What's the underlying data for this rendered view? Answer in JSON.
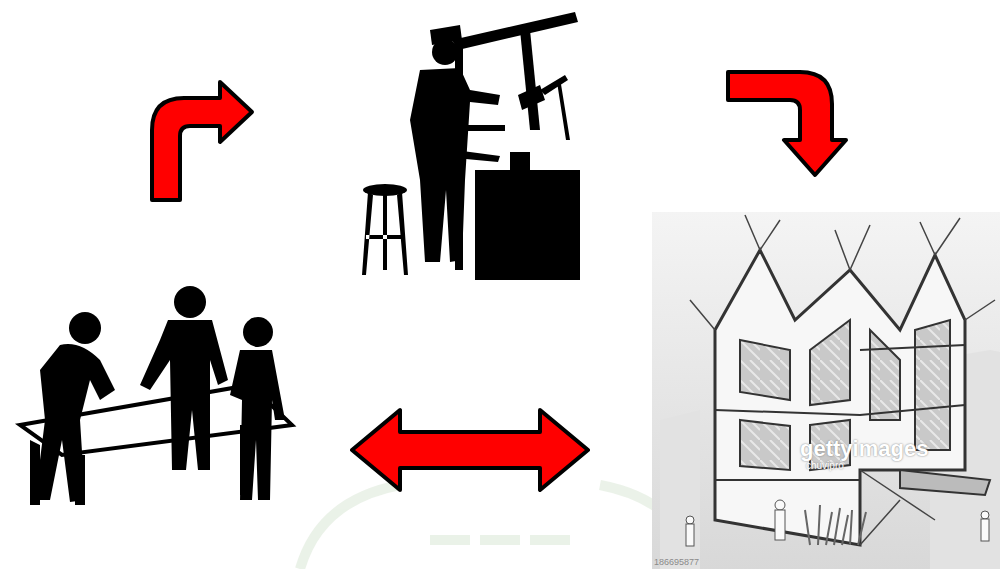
{
  "diagram": {
    "labels": [
      "gettyimages",
      "chuvipro",
      "186695877"
    ]
  }
}
